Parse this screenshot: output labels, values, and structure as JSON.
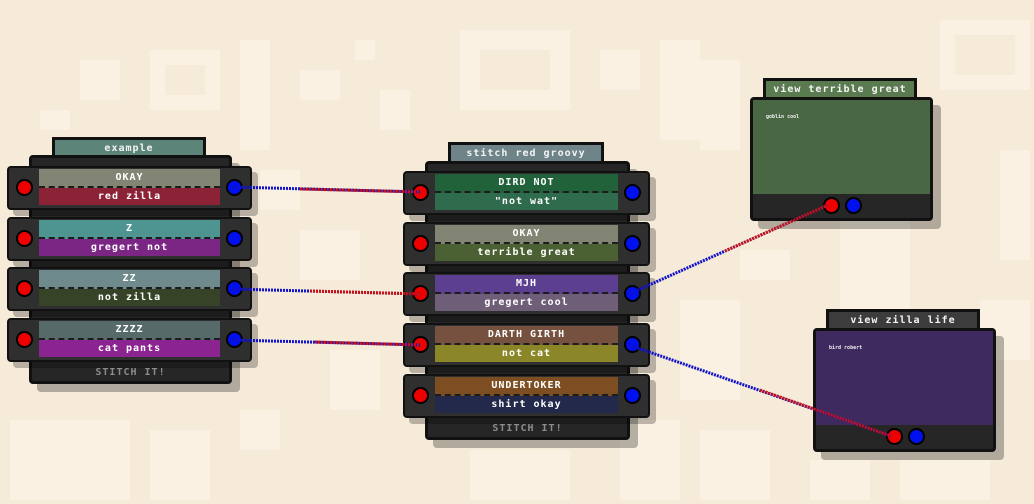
{
  "colors": {
    "background": "#f6ead8",
    "wire_red": "#cc1111",
    "wire_blue": "#1111cc",
    "port_red": "#ee0000",
    "port_blue": "#0010ee"
  },
  "nodes": [
    {
      "title": "example",
      "title_color": "#5d8479",
      "footer": "STITCH IT!",
      "rows": [
        {
          "top": "OKAY",
          "bottom": "red zilla",
          "top_color": "#838574",
          "bottom_color": "#8b2236"
        },
        {
          "top": "Z",
          "bottom": "gregert not",
          "top_color": "#4e9491",
          "bottom_color": "#7b2684"
        },
        {
          "top": "ZZ",
          "bottom": "not zilla",
          "top_color": "#6e8a8c",
          "bottom_color": "#374327"
        },
        {
          "top": "ZZZZ",
          "bottom": "cat pants",
          "top_color": "#566a6a",
          "bottom_color": "#8b2490"
        }
      ]
    },
    {
      "title": "stitch red groovy",
      "title_color": "#6e8489",
      "footer": "STITCH IT!",
      "rows": [
        {
          "top": "DIRD NOT",
          "bottom": "\"not wat\"",
          "top_color": "#21623b",
          "bottom_color": "#2f6b4d"
        },
        {
          "top": "OKAY",
          "bottom": "terrible great",
          "top_color": "#838574",
          "bottom_color": "#4b6133"
        },
        {
          "top": "MJH",
          "bottom": "gregert cool",
          "top_color": "#5c3f90",
          "bottom_color": "#6e5e78"
        },
        {
          "top": "DARTH GIRTH",
          "bottom": "not cat",
          "top_color": "#76513f",
          "bottom_color": "#8b8728"
        },
        {
          "top": "UNDERTOKER",
          "bottom": "shirt okay",
          "top_color": "#7c4e22",
          "bottom_color": "#22294b"
        }
      ]
    }
  ],
  "viewers": [
    {
      "title": "view terrible great",
      "title_color": "#5a7a4f",
      "screen_color": "#4a6744",
      "text": "goblin cool"
    },
    {
      "title": "view zilla life",
      "title_color": "#3c3c3c",
      "screen_color": "#3f2a60",
      "text": "bird robert"
    }
  ]
}
